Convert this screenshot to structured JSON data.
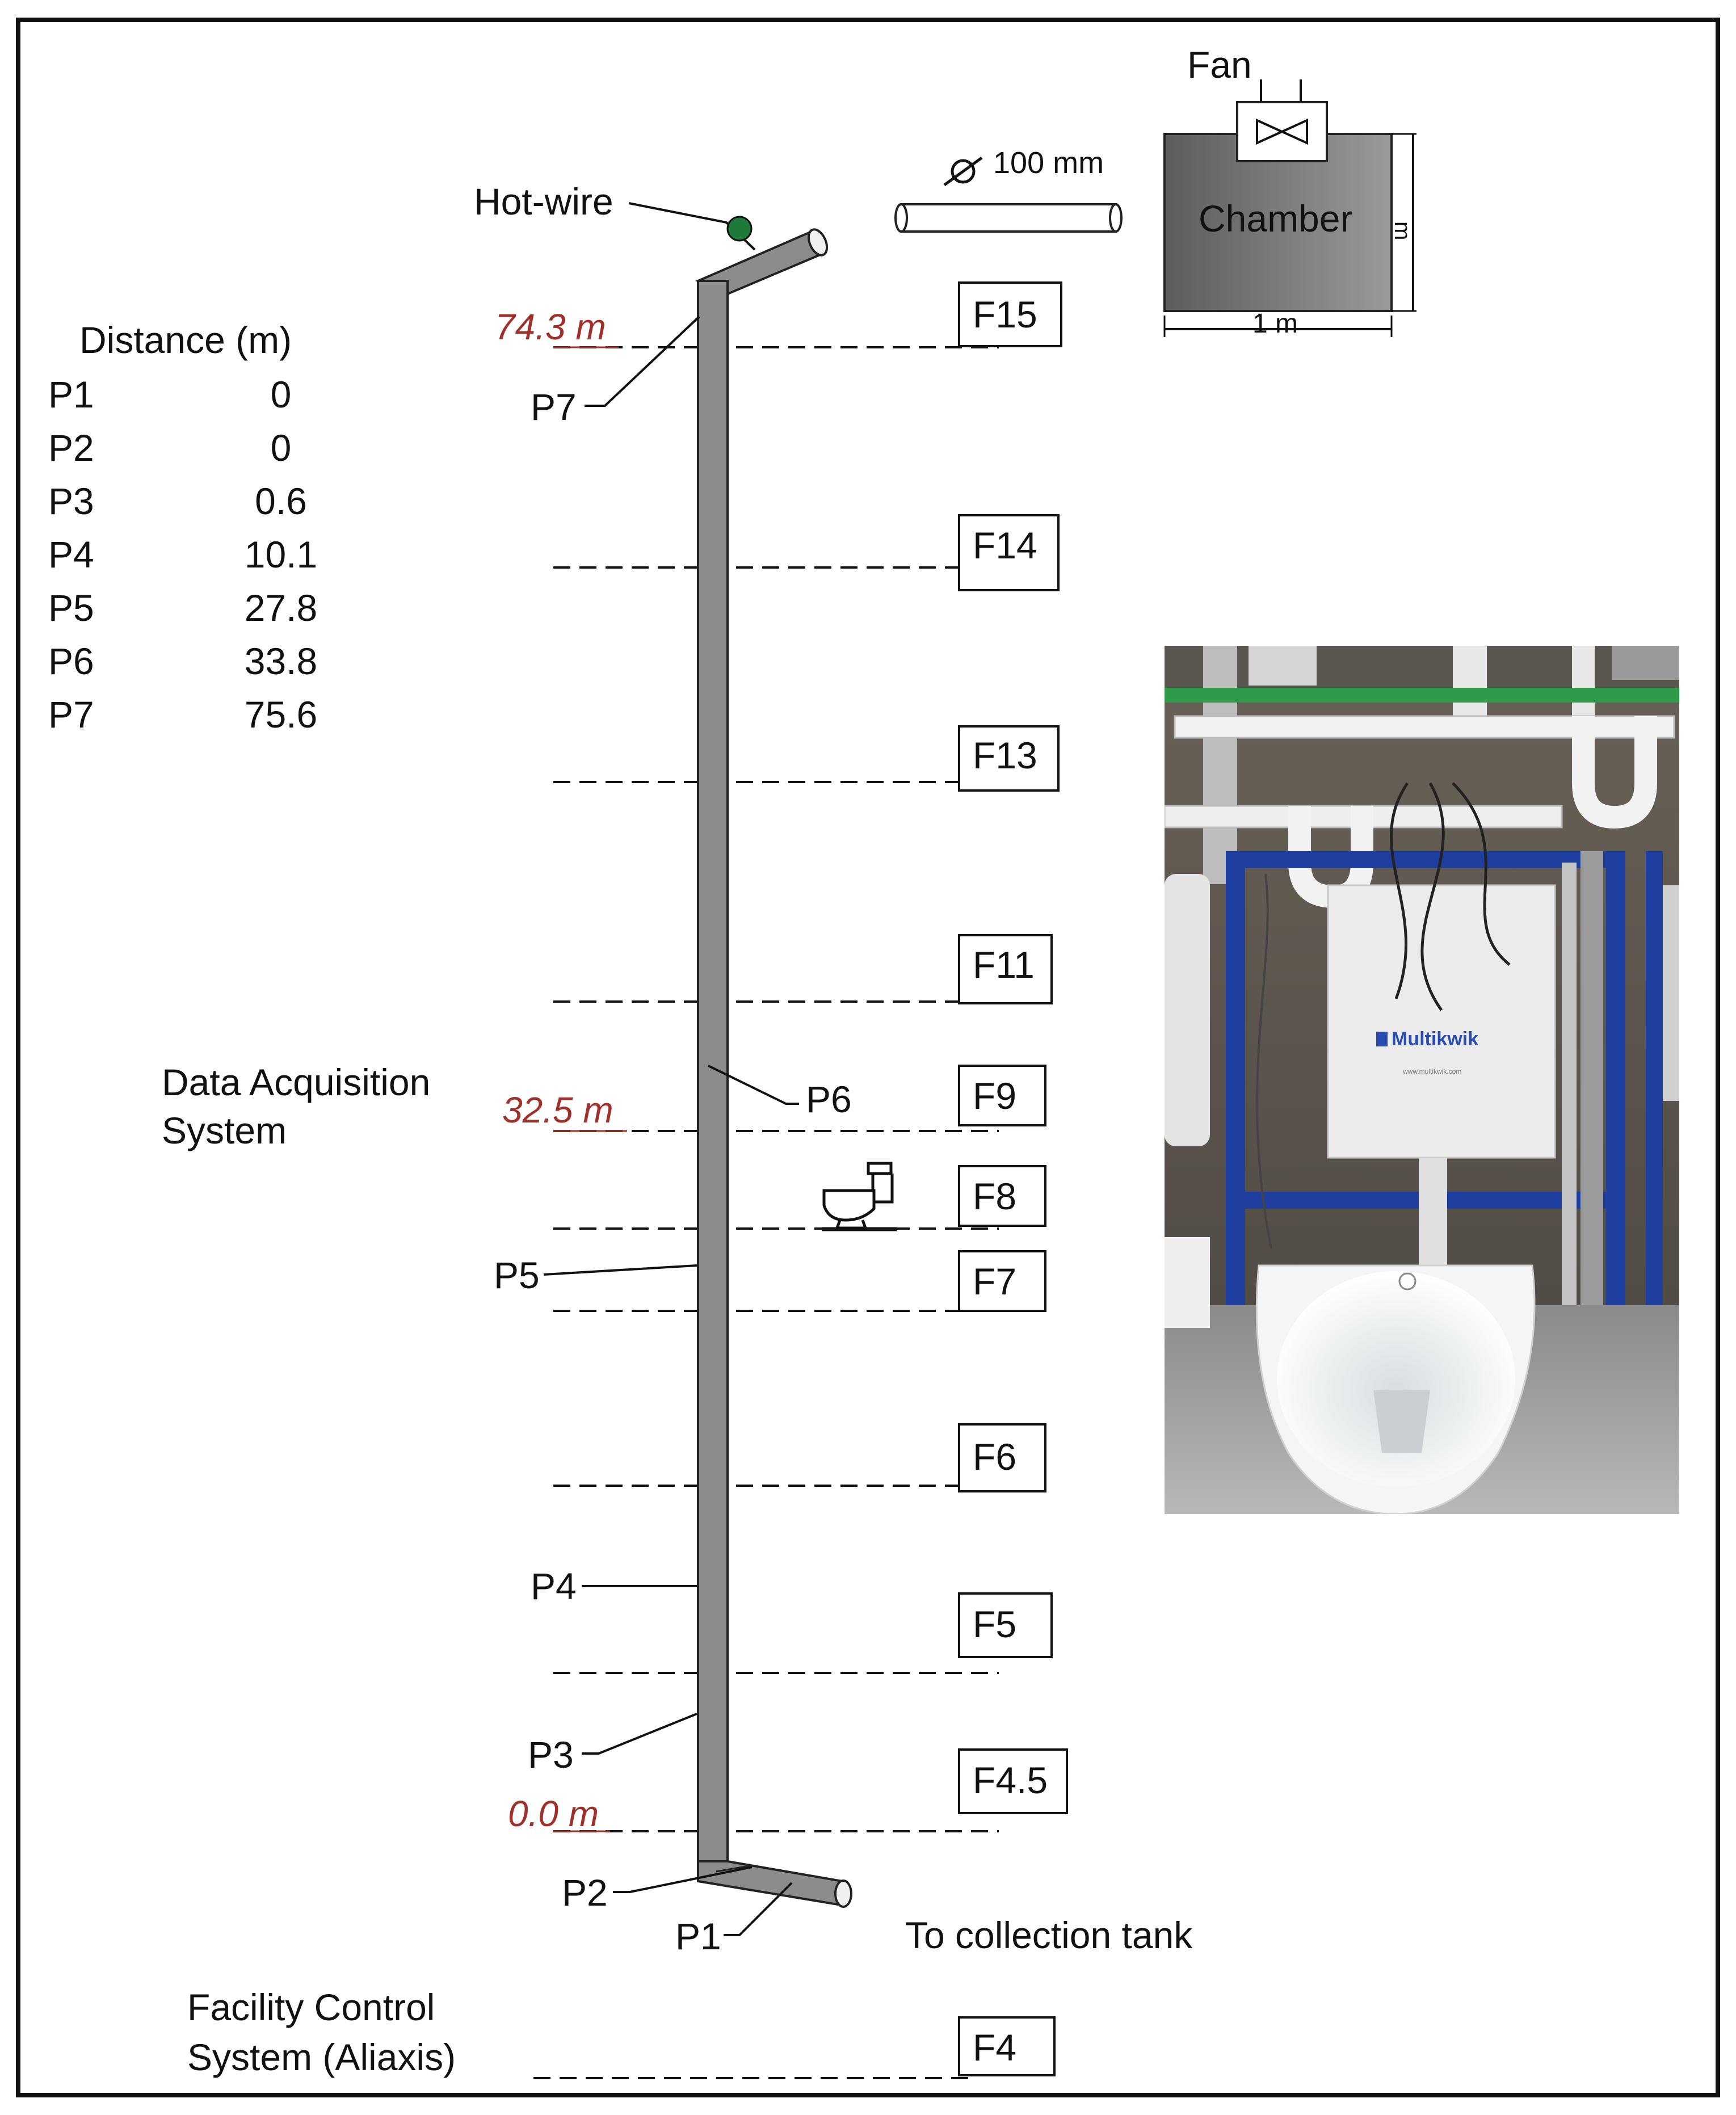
{
  "table": {
    "header": "Distance (m)",
    "rows": [
      {
        "label": "P1",
        "value": "0"
      },
      {
        "label": "P2",
        "value": "0"
      },
      {
        "label": "P3",
        "value": "0.6"
      },
      {
        "label": "P4",
        "value": "10.1"
      },
      {
        "label": "P5",
        "value": "27.8"
      },
      {
        "label": "P6",
        "value": "33.8"
      },
      {
        "label": "P7",
        "value": "75.6"
      }
    ]
  },
  "labels": {
    "hot_wire": "Hot-wire",
    "fan": "Fan",
    "pipe_dia": "100 mm",
    "chamber": "Chamber",
    "chamber_width": "1 m",
    "chamber_height": "m",
    "das_line1": "Data Acquisition",
    "das_line2": "System",
    "fcs_line1": "Facility Control",
    "fcs_line2": "System (Aliaxis)",
    "collection": "To collection tank",
    "brand": "Multikwik",
    "brand_url": "www.multikwik.com"
  },
  "heights": {
    "top": "74.3 m",
    "mid": "32.5 m",
    "zero": "0.0 m"
  },
  "points": {
    "p1": "P1",
    "p2": "P2",
    "p3": "P3",
    "p4": "P4",
    "p5": "P5",
    "p6": "P6",
    "p7": "P7"
  },
  "floors": {
    "f15": "F15",
    "f14": "F14",
    "f13": "F13",
    "f11": "F11",
    "f9": "F9",
    "f8": "F8",
    "f7": "F7",
    "f6": "F6",
    "f5": "F5",
    "f45": "F4.5",
    "f4": "F4"
  },
  "colors": {
    "pipe": "#8c8c8c",
    "pipe_edge": "#222222",
    "chamber": "#6e6e6e",
    "height_label": "#a0302a",
    "hot_wire_dot": "#1e7a3a",
    "photo_frame": "#1f3fa0",
    "photo_green_pipe": "#2f9a4a"
  }
}
